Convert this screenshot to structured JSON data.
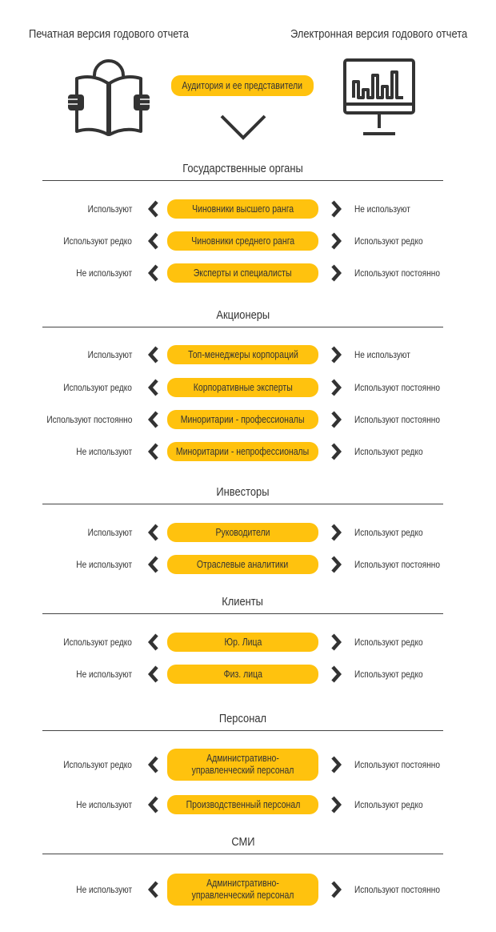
{
  "header": {
    "print_version": "Печатная версия годового отчета",
    "electronic_version": "Электронная версия годового отчета",
    "audience_pill": "Аудитория и ее представители"
  },
  "icons": {
    "left": "reading-person-icon",
    "right": "monitor-chart-icon",
    "down": "chevron-down-icon"
  },
  "colors": {
    "accent": "#ffc20e",
    "text": "#333333",
    "line": "#444444"
  },
  "sections": [
    {
      "title": "Государственные органы",
      "rows": [
        {
          "left": "Используют",
          "pill": "Чиновники высшего ранга",
          "right": "Не используют"
        },
        {
          "left": "Используют редко",
          "pill": "Чиновники среднего ранга",
          "right": "Используют редко"
        },
        {
          "left": "Не используют",
          "pill": "Эксперты и специалисты",
          "right": "Используют постоянно"
        }
      ]
    },
    {
      "title": "Акционеры",
      "rows": [
        {
          "left": "Используют",
          "pill": "Топ-менеджеры корпораций",
          "right": "Не используют"
        },
        {
          "left": "Используют редко",
          "pill": "Корпоративные эксперты",
          "right": "Используют постоянно"
        },
        {
          "left": "Используют постоянно",
          "pill": "Миноритарии - профессионалы",
          "right": "Используют постоянно"
        },
        {
          "left": "Не используют",
          "pill": "Миноритарии - непрофессионалы",
          "right": "Используют редко"
        }
      ]
    },
    {
      "title": "Инвесторы",
      "rows": [
        {
          "left": "Используют",
          "pill": "Руководители",
          "right": "Используют редко"
        },
        {
          "left": "Не используют",
          "pill": "Отраслевые аналитики",
          "right": "Используют постоянно"
        }
      ]
    },
    {
      "title": "Клиенты",
      "rows": [
        {
          "left": "Используют редко",
          "pill": "Юр. Лица",
          "right": "Используют редко"
        },
        {
          "left": "Не используют",
          "pill": "Физ. лица",
          "right": "Используют редко"
        }
      ]
    },
    {
      "title": "Персонал",
      "rows": [
        {
          "left": "Используют редко",
          "pill": "Административно-управленческий персонал",
          "right": "Используют постоянно"
        },
        {
          "left": "Не используют",
          "pill": "Производственный персонал",
          "right": "Используют редко"
        }
      ]
    },
    {
      "title": "СМИ",
      "rows": [
        {
          "left": "Не используют",
          "pill": "Административно-управленческий персонал",
          "right": "Используют постоянно"
        }
      ]
    }
  ]
}
